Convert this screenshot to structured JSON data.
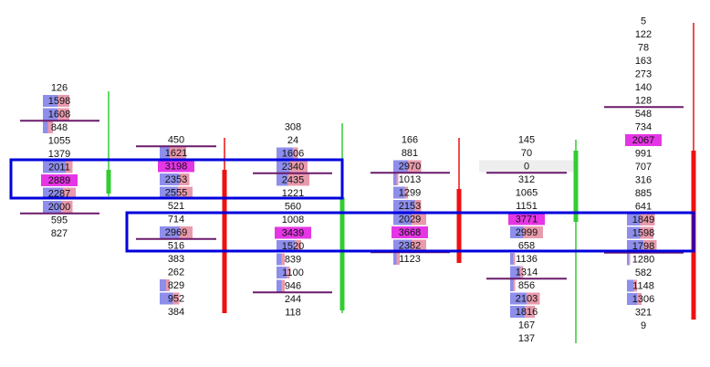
{
  "chart_data": {
    "type": "table",
    "colors": {
      "buy_bar": "#7a7ae8",
      "sell_bar": "#e07a90",
      "max_cell": "#e536e5",
      "poc_line": "#6b1a6b",
      "up_candle": "#33cc33",
      "down_candle": "#ee1111",
      "highlight_box": "#0000dd",
      "neutral_cell": "#eeeeee",
      "text": "#111111"
    },
    "columns": [
      {
        "candle": "up",
        "cells": [
          {
            "v": "126",
            "b": 0,
            "s": 0
          },
          {
            "v": "1598",
            "b": 0.45,
            "s": 0.35
          },
          {
            "v": "1608",
            "b": 0.45,
            "s": 0.35
          },
          {
            "v": "848",
            "b": 0.15,
            "s": 0.15
          },
          {
            "v": "1055",
            "b": 0,
            "s": 0
          },
          {
            "v": "1379",
            "b": 0,
            "s": 0
          },
          {
            "v": "2011",
            "b": 0.7,
            "s": 0.2
          },
          {
            "v": "2889",
            "max": true
          },
          {
            "v": "2287",
            "b": 0.6,
            "s": 0.4
          },
          {
            "v": "2000",
            "b": 0.55,
            "s": 0.35
          },
          {
            "v": "595",
            "b": 0,
            "s": 0
          },
          {
            "v": "827",
            "b": 0,
            "s": 0
          }
        ]
      },
      {
        "candle": "down",
        "cells": [
          {
            "v": "450",
            "b": 0,
            "s": 0
          },
          {
            "v": "1621",
            "b": 0.3,
            "s": 0.5
          },
          {
            "v": "3198",
            "max": true
          },
          {
            "v": "2353",
            "b": 0.6,
            "s": 0.3
          },
          {
            "v": "2555",
            "b": 0.55,
            "s": 0.45
          },
          {
            "v": "521",
            "b": 0,
            "s": 0
          },
          {
            "v": "714",
            "b": 0,
            "s": 0
          },
          {
            "v": "2969",
            "b": 0.6,
            "s": 0.4
          },
          {
            "v": "516",
            "b": 0,
            "s": 0
          },
          {
            "v": "383",
            "b": 0,
            "s": 0
          },
          {
            "v": "262",
            "b": 0,
            "s": 0
          },
          {
            "v": "829",
            "b": 0.2,
            "s": 0.1
          },
          {
            "v": "952",
            "b": 0.4,
            "s": 0.2
          },
          {
            "v": "384",
            "b": 0,
            "s": 0
          }
        ]
      },
      {
        "candle": "up",
        "cells": [
          {
            "v": "308",
            "b": 0,
            "s": 0
          },
          {
            "v": "24",
            "b": 0,
            "s": 0
          },
          {
            "v": "1606",
            "b": 0.5,
            "s": 0.15
          },
          {
            "v": "2340",
            "b": 0.4,
            "s": 0.55
          },
          {
            "v": "2435",
            "b": 0.35,
            "s": 0.65
          },
          {
            "v": "1221",
            "b": 0,
            "s": 0
          },
          {
            "v": "560",
            "b": 0,
            "s": 0
          },
          {
            "v": "1008",
            "b": 0,
            "s": 0
          },
          {
            "v": "3439",
            "max": true
          },
          {
            "v": "1520",
            "b": 0.55,
            "s": 0.2
          },
          {
            "v": "839",
            "b": 0.15,
            "s": 0.1
          },
          {
            "v": "1100",
            "b": 0.3,
            "s": 0.1
          },
          {
            "v": "946",
            "b": 0.15,
            "s": 0.1
          },
          {
            "v": "244",
            "b": 0,
            "s": 0
          },
          {
            "v": "118",
            "b": 0,
            "s": 0
          }
        ]
      },
      {
        "candle": "down",
        "cells": [
          {
            "v": "166",
            "b": 0,
            "s": 0
          },
          {
            "v": "881",
            "b": 0,
            "s": 0
          },
          {
            "v": "2970",
            "b": 0.45,
            "s": 0.4
          },
          {
            "v": "1013",
            "b": 0.1,
            "s": 0.05
          },
          {
            "v": "1299",
            "b": 0.35,
            "s": 0.1
          },
          {
            "v": "2153",
            "b": 0.65,
            "s": 0.2
          },
          {
            "v": "2029",
            "b": 0.55,
            "s": 0.45
          },
          {
            "v": "3668",
            "max": true
          },
          {
            "v": "2382",
            "b": 0.55,
            "s": 0.45
          },
          {
            "v": "1123",
            "b": 0.1,
            "s": 0.1
          }
        ]
      },
      {
        "candle": "up",
        "cells": [
          {
            "v": "145",
            "b": 0,
            "s": 0
          },
          {
            "v": "70",
            "b": 0,
            "s": 0
          },
          {
            "v": "0",
            "neutral": true
          },
          {
            "v": "312",
            "b": 0,
            "s": 0
          },
          {
            "v": "1065",
            "b": 0,
            "s": 0
          },
          {
            "v": "1151",
            "b": 0,
            "s": 0
          },
          {
            "v": "3771",
            "max": true
          },
          {
            "v": "2999",
            "b": 0.4,
            "s": 0.6
          },
          {
            "v": "658",
            "b": 0,
            "s": 0
          },
          {
            "v": "1136",
            "b": 0.1,
            "s": 0.05
          },
          {
            "v": "1314",
            "b": 0.3,
            "s": 0.1
          },
          {
            "v": "856",
            "b": 0.1,
            "s": 0.05
          },
          {
            "v": "2103",
            "b": 0.5,
            "s": 0.4
          },
          {
            "v": "1816",
            "b": 0.45,
            "s": 0.3
          },
          {
            "v": "167",
            "b": 0,
            "s": 0
          },
          {
            "v": "137",
            "b": 0,
            "s": 0
          }
        ]
      },
      {
        "candle": "down",
        "cells": [
          {
            "v": "5",
            "b": 0,
            "s": 0
          },
          {
            "v": "122",
            "b": 0,
            "s": 0
          },
          {
            "v": "78",
            "b": 0,
            "s": 0
          },
          {
            "v": "163",
            "b": 0,
            "s": 0
          },
          {
            "v": "273",
            "b": 0,
            "s": 0
          },
          {
            "v": "140",
            "b": 0,
            "s": 0
          },
          {
            "v": "128",
            "b": 0,
            "s": 0
          },
          {
            "v": "548",
            "b": 0,
            "s": 0
          },
          {
            "v": "734",
            "b": 0,
            "s": 0
          },
          {
            "v": "2067",
            "max": true
          },
          {
            "v": "991",
            "b": 0,
            "s": 0
          },
          {
            "v": "707",
            "b": 0,
            "s": 0
          },
          {
            "v": "316",
            "b": 0,
            "s": 0
          },
          {
            "v": "885",
            "b": 0,
            "s": 0
          },
          {
            "v": "641",
            "b": 0,
            "s": 0
          },
          {
            "v": "1849",
            "b": 0.4,
            "s": 0.45
          },
          {
            "v": "1598",
            "b": 0.4,
            "s": 0.4
          },
          {
            "v": "1798",
            "b": 0.5,
            "s": 0.4
          },
          {
            "v": "1280",
            "b": 0.05,
            "s": 0.05
          },
          {
            "v": "582",
            "b": 0,
            "s": 0
          },
          {
            "v": "1148",
            "b": 0.2,
            "s": 0.1
          },
          {
            "v": "1306",
            "b": 0.3,
            "s": 0.15
          },
          {
            "v": "321",
            "b": 0,
            "s": 0
          },
          {
            "v": "9",
            "b": 0,
            "s": 0
          }
        ]
      }
    ]
  }
}
